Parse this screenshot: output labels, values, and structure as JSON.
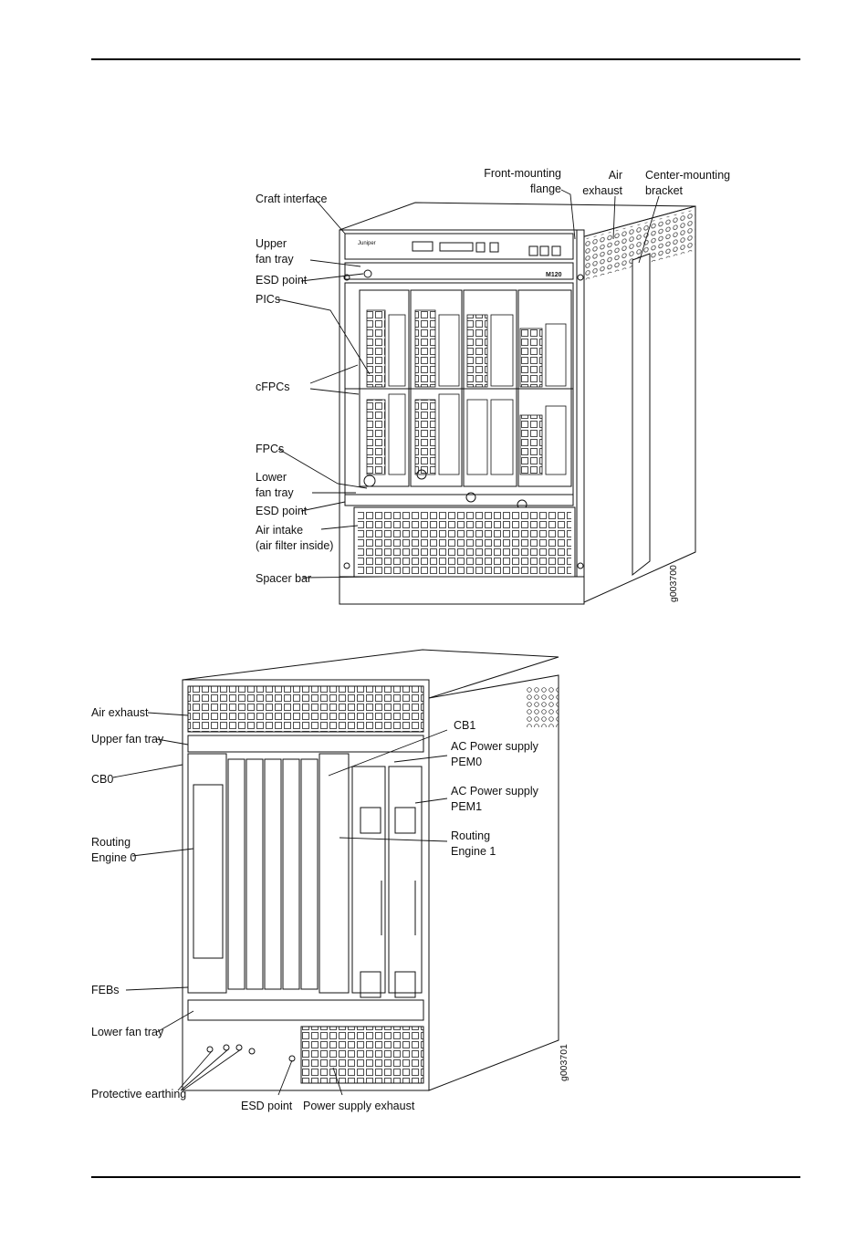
{
  "figure_front": {
    "figure_id": "g003700",
    "labels": {
      "craft_interface": "Craft interface",
      "upper_fan_tray": [
        "Upper",
        "fan tray"
      ],
      "esd_point_upper": "ESD point",
      "pics": "PICs",
      "cfpcs": "cFPCs",
      "fpcs": "FPCs",
      "lower_fan_tray": [
        "Lower",
        "fan tray"
      ],
      "esd_point_lower": "ESD point",
      "air_intake": [
        "Air intake",
        "(air filter inside)"
      ],
      "spacer_bar": "Spacer bar",
      "front_mounting_flange": [
        "Front-mounting",
        "flange"
      ],
      "air_exhaust": [
        "Air",
        "exhaust"
      ],
      "center_mounting_bracket": [
        "Center-mounting",
        "bracket"
      ]
    },
    "chassis_text": {
      "brand": "Juniper",
      "model": "M120"
    }
  },
  "figure_rear": {
    "figure_id": "g003701",
    "labels": {
      "air_exhaust": "Air exhaust",
      "upper_fan_tray": "Upper fan tray",
      "cb0": "CB0",
      "routing_engine_0": [
        "Routing",
        "Engine 0"
      ],
      "febs": "FEBs",
      "lower_fan_tray": "Lower fan tray",
      "protective_earthing": "Protective earthing",
      "esd_point": "ESD point",
      "power_supply_exhaust": "Power supply exhaust",
      "cb1": "CB1",
      "ac_pem0": [
        "AC Power supply",
        "PEM0"
      ],
      "ac_pem1": [
        "AC Power supply",
        "PEM1"
      ],
      "routing_engine_1": [
        "Routing",
        "Engine 1"
      ]
    }
  }
}
